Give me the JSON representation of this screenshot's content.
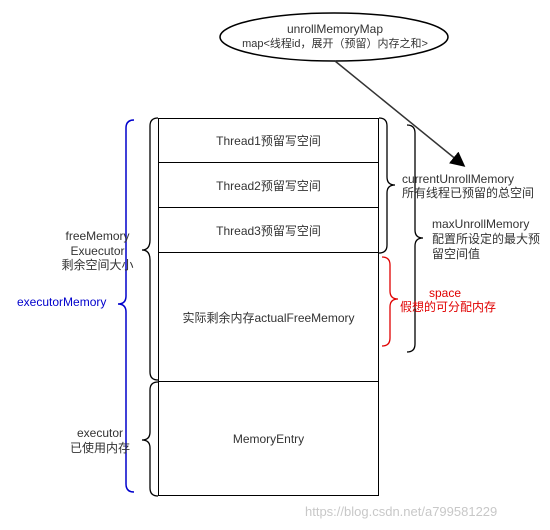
{
  "map_ellipse": {
    "title": "unrollMemoryMap",
    "subtitle": "map<线程id，展开（预留）内存之和>"
  },
  "blocks": [
    {
      "label": "Thread1预留写空间"
    },
    {
      "label": "Thread2预留写空间"
    },
    {
      "label": "Thread3预留写空间"
    },
    {
      "label": "实际剩余内存actualFreeMemory"
    },
    {
      "label": "MemoryEntry"
    }
  ],
  "labels": {
    "current_unroll": [
      "currentUnrollMemory",
      "所有线程已预留的总空间"
    ],
    "max_unroll": [
      "maxUnrollMemory",
      "配置所设定的最大预",
      "留空间值"
    ],
    "space": [
      "space",
      "假想的可分配内存"
    ],
    "free_memory": [
      "freeMemory",
      "Exuecutor",
      "剩余空间大小"
    ],
    "executor_memory": "executorMemory",
    "executor_used": [
      "executor",
      "已使用内存"
    ]
  },
  "watermark": "https://blog.csdn.net/a799581229",
  "colors": {
    "outer_brace": "#0000cc",
    "space_brace": "#e00000",
    "space_text": "#e00000",
    "executor_memory_text": "#0000cc"
  }
}
